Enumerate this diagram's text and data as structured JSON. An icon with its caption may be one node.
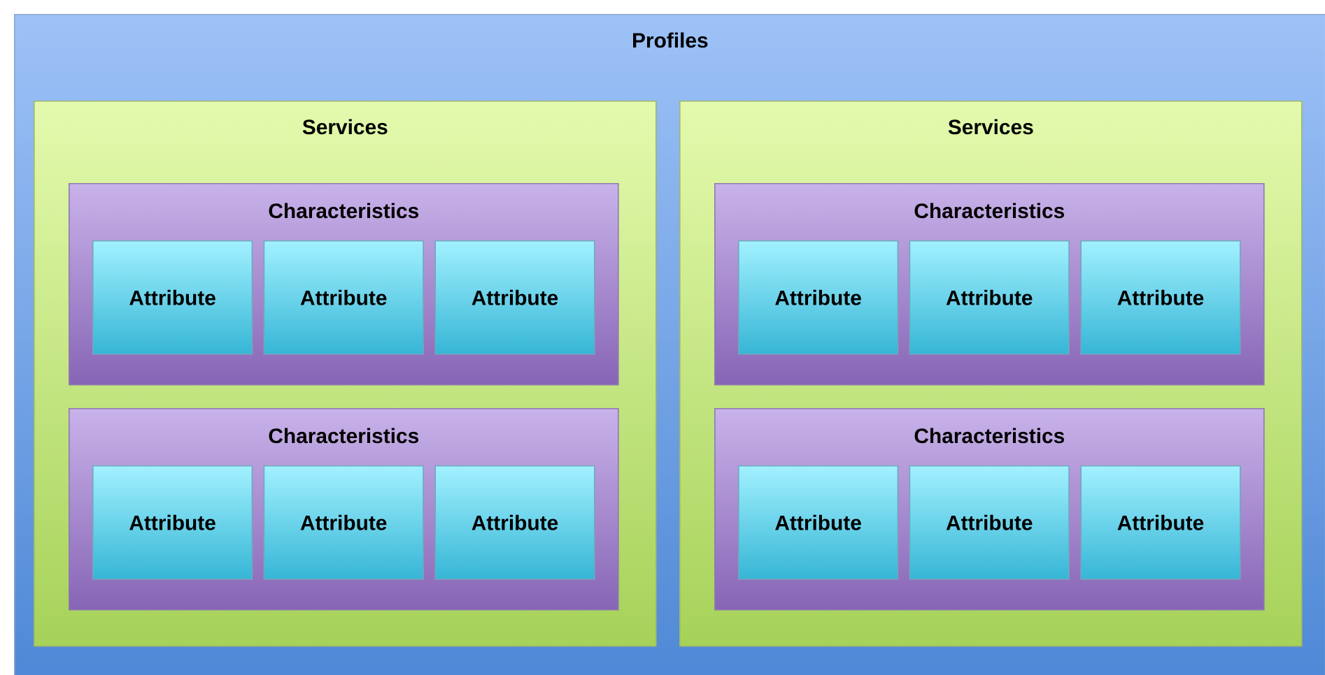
{
  "diagram": {
    "nodes": [
      {
        "text": [
          "Profiles"
        ]
      },
      {
        "text": [
          "Services"
        ],
        "in": 0
      },
      {
        "text": [
          "Characteristics"
        ],
        "in": 1
      },
      {
        "text": [
          "Attribute"
        ],
        "in": 2
      },
      {
        "text": [
          "Attribute"
        ],
        "in": 2
      },
      {
        "text": [
          "Attribute"
        ],
        "in": 2
      },
      {
        "text": [
          "Characteristics"
        ],
        "in": 1
      },
      {
        "text": [
          "Attribute"
        ],
        "in": 6
      },
      {
        "text": [
          "Attribute"
        ],
        "in": 6
      },
      {
        "text": [
          "Attribute"
        ],
        "in": 6
      },
      {
        "text": [
          "Services"
        ],
        "in": 0
      },
      {
        "text": [
          "Characteristics"
        ],
        "in": 10
      },
      {
        "text": [
          "Attribute"
        ],
        "in": 11
      },
      {
        "text": [
          "Attribute"
        ],
        "in": 11
      },
      {
        "text": [
          "Attribute"
        ],
        "in": 11
      },
      {
        "text": [
          "Characteristics"
        ],
        "in": 10
      },
      {
        "text": [
          "Attribute"
        ],
        "in": 15
      },
      {
        "text": [
          "Attribute"
        ],
        "in": 15
      },
      {
        "text": [
          "Attribute"
        ],
        "in": 15
      }
    ]
  }
}
